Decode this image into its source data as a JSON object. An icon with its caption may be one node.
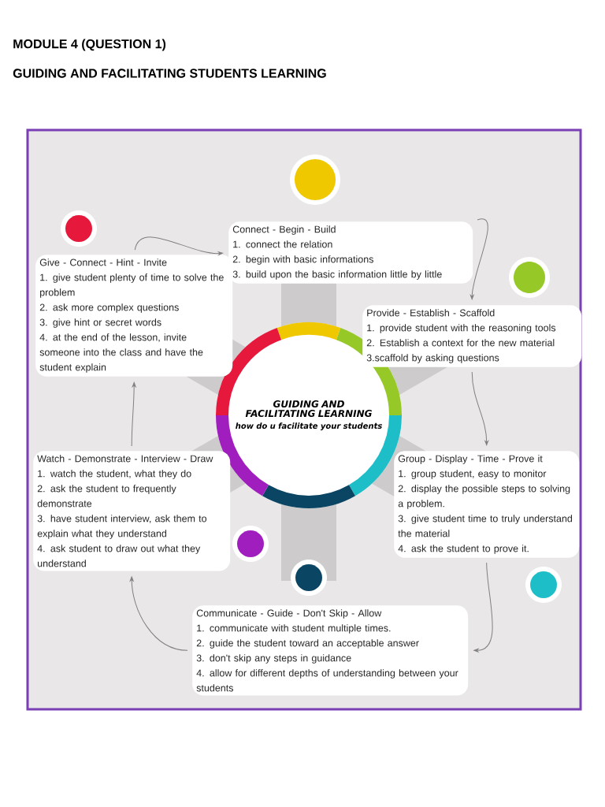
{
  "diagram": {
    "title": "MODULE 4 (QUESTION 1)",
    "labels": [
      "GUIDING AND FACILITATING STUDENTS LEARNING"
    ],
    "nodes": [
      {
        "text": [
          "Connect - Begin - Build",
          "1. connect the relation",
          "2. begin with basic informations",
          "3. build upon the basic information little by little"
        ]
      },
      {
        "text": [
          "Give - Connect - Hint - Invite",
          "1. give student plenty of time to solve the problem",
          "2. ask more complex questions",
          "3. give hint or secret words",
          "4. at the end of the lesson, invite someone into the class and have the student explain"
        ]
      },
      {
        "text": [
          "Provide - Establish - Scaffold",
          "1. provide student with the reasoning tools",
          "2. Establish a context for the new material",
          "3.scaffold by asking questions"
        ]
      },
      {
        "text": [
          "GUIDING AND FACILITATING LEARNING",
          "how do u facilitate your students"
        ]
      },
      {
        "text": [
          "Watch - Demonstrate - Interview - Draw",
          "1. watch the student, what they do",
          "2. ask the student to frequently demonstrate",
          "3. have student interview, ask them to explain what they understand",
          "4. ask student to draw out what they understand"
        ]
      },
      {
        "text": [
          "Group - Display - Time - Prove it",
          "1. group student, easy to monitor",
          "2. display the possible steps to solving a problem.",
          "3. give student time to truly understand the material",
          "4. ask the student to prove it."
        ]
      },
      {
        "text": [
          "Communicate - Guide - Don't Skip - Allow",
          "1. communicate with student multiple times.",
          "2. guide the student toward an acceptable answer",
          "3. don't skip any steps in guidance",
          "4. allow for different depths of understanding between your students"
        ]
      }
    ],
    "edges": [
      {
        "from": 1,
        "to": 0,
        "arrow": "to"
      },
      {
        "from": 0,
        "to": 2,
        "arrow": "to"
      },
      {
        "from": 2,
        "to": 5,
        "arrow": "to"
      },
      {
        "from": 5,
        "to": 6,
        "arrow": "to"
      },
      {
        "from": 6,
        "to": 4,
        "arrow": "to"
      },
      {
        "from": 4,
        "to": 1,
        "arrow": "to"
      }
    ]
  }
}
